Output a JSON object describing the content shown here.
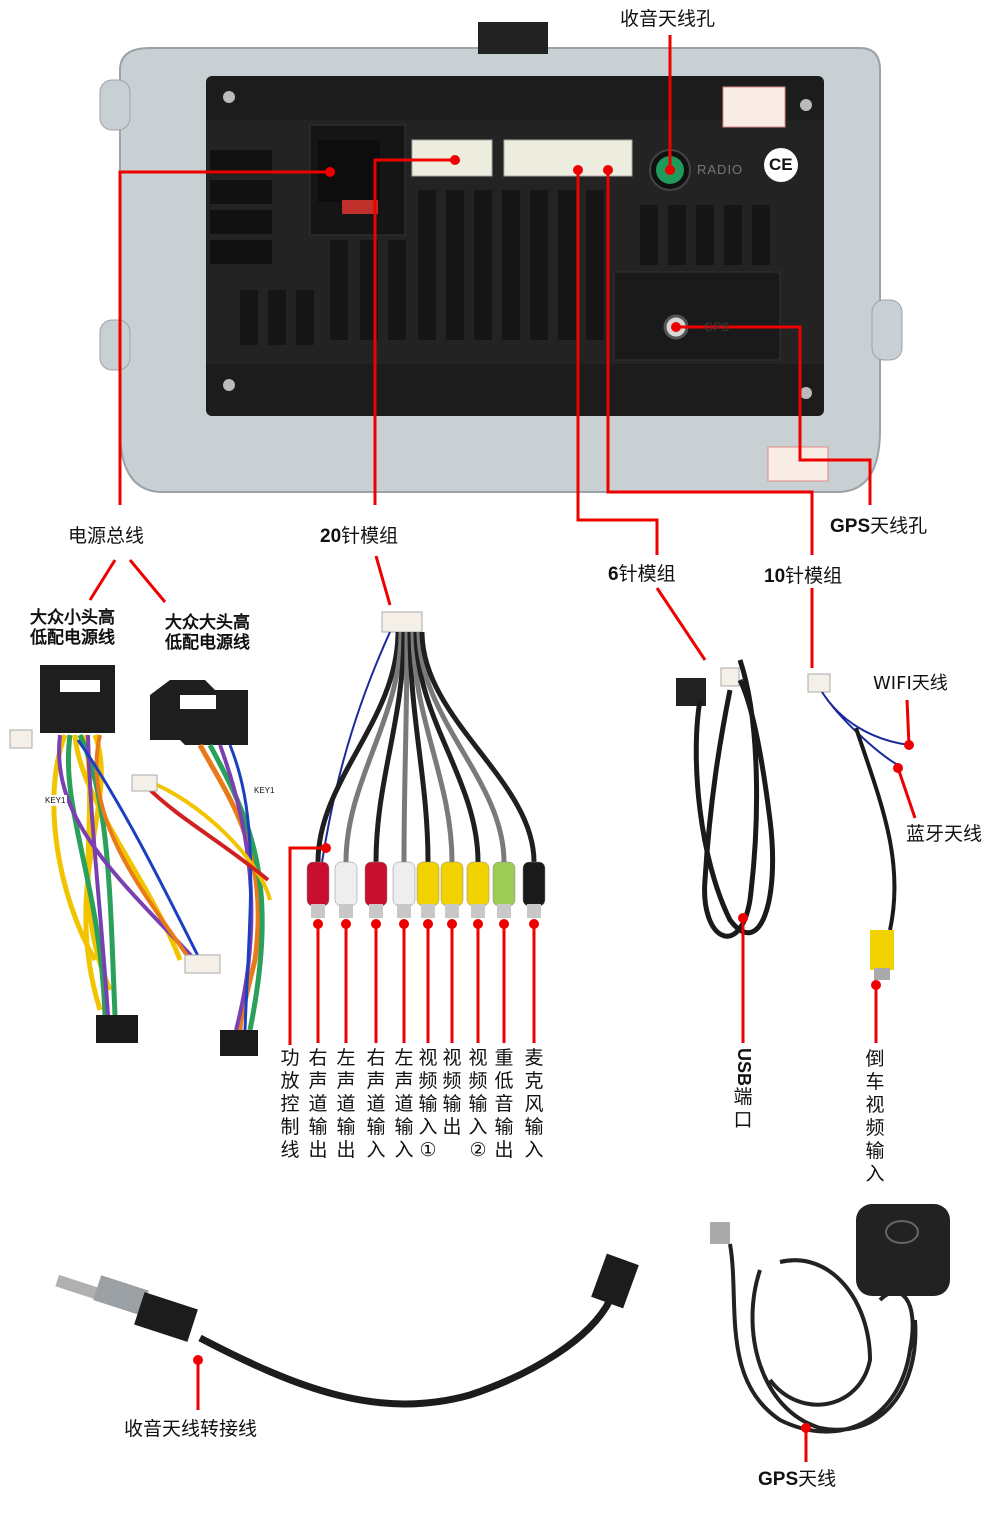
{
  "head_unit": {
    "radio_port_text": "RADIO",
    "gps_port_text": "GPS",
    "ce_mark": "CE"
  },
  "callouts": {
    "radio_antenna_port": "收音天线孔",
    "power_bus": "电源总线",
    "pin20_module": {
      "num": "20",
      "text": "针模组"
    },
    "pin6_module": {
      "num": "6",
      "text": "针模组"
    },
    "pin10_module": {
      "num": "10",
      "text": "针模组"
    },
    "gps_antenna_port": {
      "num": "GPS",
      "text": "天线孔"
    },
    "vw_small_harness": [
      "大众小头高",
      "低配电源线"
    ],
    "vw_large_harness": [
      "大众大头高",
      "低配电源线"
    ],
    "wifi_antenna": "WIFI天线",
    "bluetooth_antenna": "蓝牙天线",
    "usb_port": {
      "num": "USB",
      "text": "端口"
    },
    "reverse_video_input": "倒车视频输入",
    "radio_antenna_adapter": "收音天线转接线",
    "gps_antenna": {
      "num": "GPS",
      "text": "天线"
    }
  },
  "rca_labels": [
    "功放控制线",
    "右声道输出",
    "左声道输出",
    "右声道输入",
    "左声道输入",
    "视频输入①",
    "视频输出",
    "视频输入②",
    "重低音输出",
    "麦克风输入"
  ],
  "harness_tags": [
    "KEY1",
    "KEY1"
  ],
  "colors": {
    "callout_red": "#ee0000",
    "rca_red": "#c8102e",
    "rca_white": "#eeeeee",
    "rca_yellow": "#f2d200",
    "rca_green": "#9ccc55",
    "rca_black": "#1a1a1a"
  }
}
